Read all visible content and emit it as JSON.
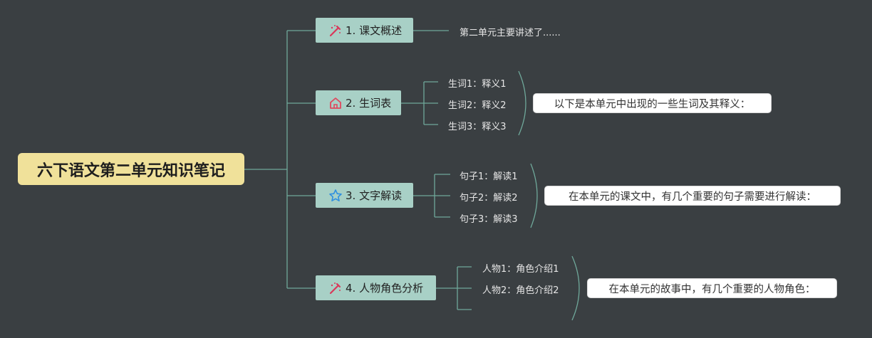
{
  "root": {
    "title": "六下语文第二单元知识笔记"
  },
  "topics": [
    {
      "label": "1. 课文概述",
      "icon": "pencil-icon",
      "icon_color": "#d9385a"
    },
    {
      "label": "2. 生词表",
      "icon": "home-icon",
      "icon_color": "#e0485e"
    },
    {
      "label": "3. 文字解读",
      "icon": "star-icon",
      "icon_color": "#2f8fe0"
    },
    {
      "label": "4. 人物角色分析",
      "icon": "pencil-icon",
      "icon_color": "#d9385a"
    }
  ],
  "overview": {
    "text": "第二单元主要讲述了......"
  },
  "vocab": {
    "items": [
      "生词1：释义1",
      "生词2：释义2",
      "生词3：释义3"
    ],
    "note": "以下是本单元中出现的一些生词及其释义："
  },
  "sentences": {
    "items": [
      "句子1：解读1",
      "句子2：解读2",
      "句子3：解读3"
    ],
    "note": "在本单元的课文中，有几个重要的句子需要进行解读："
  },
  "characters": {
    "items": [
      "人物1：角色介绍1",
      "人物2：角色介绍2"
    ],
    "note": "在本单元的故事中，有几个重要的人物角色："
  },
  "colors": {
    "background": "#3a3f42",
    "root_fill": "#f0e19a",
    "topic_fill": "#a8d0c6",
    "line": "#6fa89a"
  }
}
